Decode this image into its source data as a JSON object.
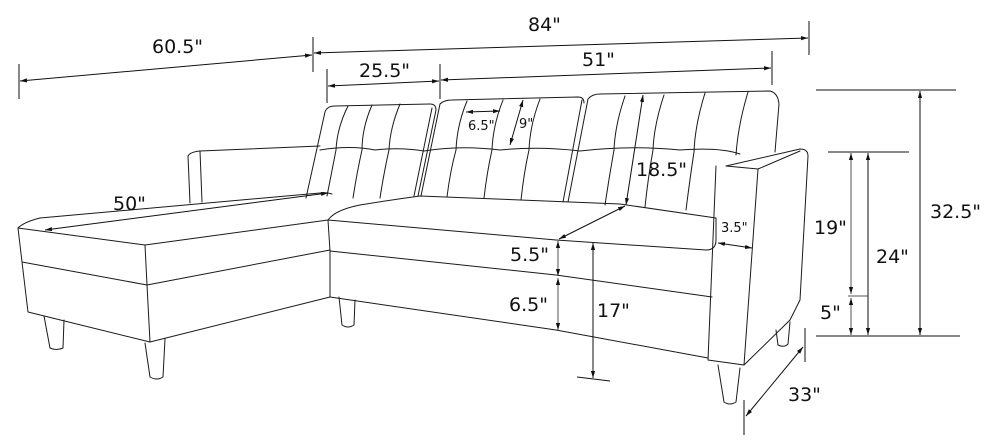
{
  "diagram": {
    "subject": "L-shaped sectional sofa with chaise — dimensions (line drawing)",
    "line_color": "#1a1a1a",
    "background": "#ffffff",
    "unit": "inches"
  },
  "dimensions": {
    "chaise_width": "60.5\"",
    "total_width": "84\"",
    "left_back_cushion_width": "25.5\"",
    "right_back_cushion_width": "51\"",
    "tuft_width": "6.5\"",
    "tuft_height": "9\"",
    "back_cushion_height": "18.5\"",
    "chaise_length": "50\"",
    "seat_cushion_thickness": "5.5\"",
    "seat_base_thickness": "6.5\"",
    "seat_height": "17\"",
    "arm_width": "3.5\"",
    "arm_height_above_leg": "19\"",
    "arm_height": "24\"",
    "leg_height": "5\"",
    "overall_height": "32.5\"",
    "depth": "33\""
  }
}
